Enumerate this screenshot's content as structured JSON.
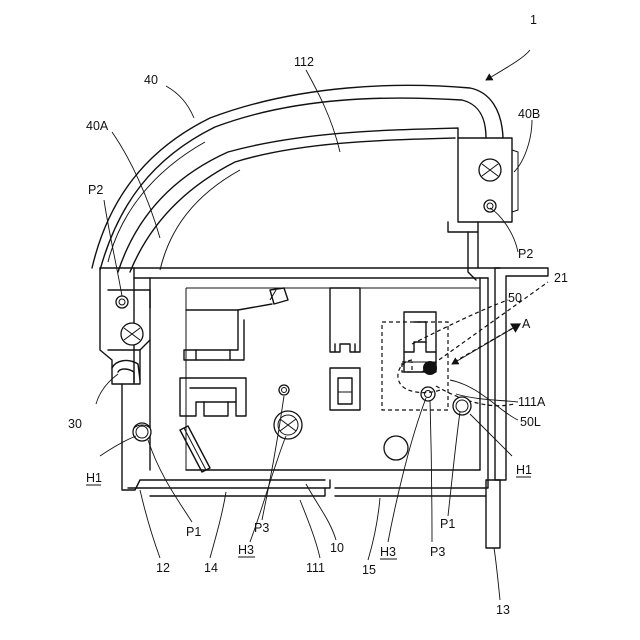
{
  "labels": {
    "n1": "1",
    "n40": "40",
    "n112": "112",
    "n40A": "40A",
    "n40B": "40B",
    "p2_left": "P2",
    "p2_right": "P2",
    "n21": "21",
    "n50": "50",
    "nA": "A",
    "n30": "30",
    "n111A": "111A",
    "n50L": "50L",
    "h1_left": "H1",
    "h1_right": "H1",
    "p1_left": "P1",
    "p1_right": "P1",
    "p3_left": "P3",
    "p3_right": "P3",
    "h3_left": "H3",
    "h3_right": "H3",
    "n10": "10",
    "n111": "111",
    "n12": "12",
    "n14": "14",
    "n15": "15",
    "n13": "13"
  }
}
